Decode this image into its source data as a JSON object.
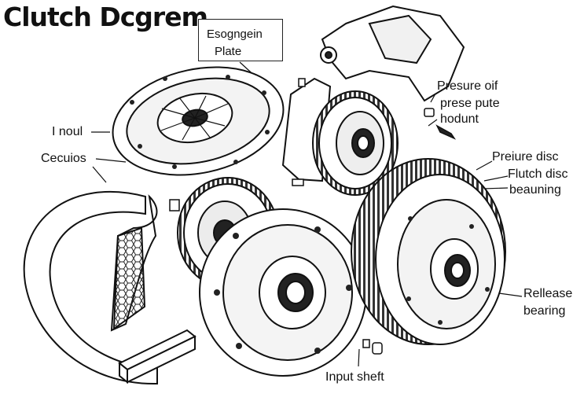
{
  "diagram": {
    "title": "Clutch Dcgrem",
    "callout_box": {
      "line1": "Esogngein",
      "line2": "Plate"
    },
    "labels": {
      "presure_oif": "Presure oif",
      "prese_pute": "prese pute",
      "hodunt": "hodunt",
      "preiure_disc": "Preiure disc",
      "flutch_disc": "Flutch disc",
      "beauning": "beauning",
      "i_noul": "I noul",
      "cecuios": "Cecuios",
      "rellease": "Rellease",
      "bearing": "bearing",
      "input_sheft": "Input sheft"
    }
  }
}
